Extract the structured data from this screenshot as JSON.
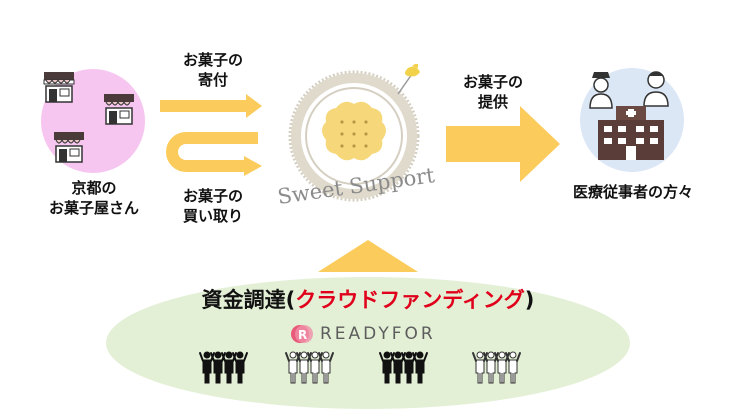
{
  "shops": {
    "label": "京都の\nお菓子屋さん"
  },
  "flows": {
    "donation": "お菓子の\n寄付",
    "purchase": "お菓子の\n買い取り",
    "provide": "お菓子の\n提供"
  },
  "center": {
    "brand": "Sweet Support"
  },
  "medical": {
    "label": "医療従事者の方々"
  },
  "funding": {
    "prefix": "資金調達(",
    "highlight": "クラウドファンディング",
    "suffix": ")",
    "platform": "READYFOR"
  },
  "colors": {
    "arrow": "#FBCB5C",
    "shops_bg": "#F6C6F0",
    "medical_bg": "#DCE7F6",
    "ellipse": "#E3F0D6",
    "highlight": "#E0001B",
    "cookie": "#F6D77A",
    "ring": "#D5CFC2"
  }
}
